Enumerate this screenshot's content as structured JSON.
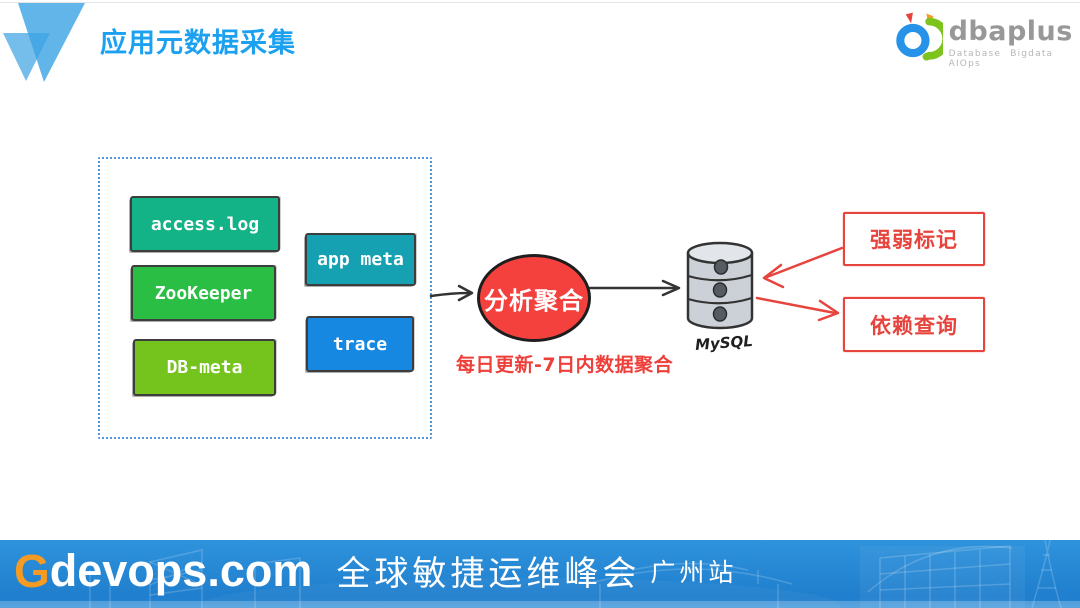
{
  "header": {
    "title": "应用元数据采集",
    "logo": {
      "brand": "dbaplus",
      "tagline": "Database  Bigdata  AIOps"
    }
  },
  "diagram": {
    "sources": [
      {
        "label": "access.log",
        "color": "#13b287"
      },
      {
        "label": "ZooKeeper",
        "color": "#2abe44"
      },
      {
        "label": "DB-meta",
        "color": "#74c41d"
      },
      {
        "label": "app meta",
        "color": "#16a1b2"
      },
      {
        "label": "trace",
        "color": "#1788e1"
      }
    ],
    "process": {
      "label": "分析聚合",
      "color": "#f5413d"
    },
    "note": "每日更新-7日内数据聚合",
    "database": {
      "label": "MySQL"
    },
    "outputs": [
      {
        "label": "强弱标记",
        "arrow_direction": "box-to-database"
      },
      {
        "label": "依赖查询",
        "arrow_direction": "database-to-box"
      }
    ]
  },
  "footer": {
    "brand_g": "G",
    "brand_rest": "devops",
    "brand_tld": ".com",
    "summit_title": "全球敏捷运维峰会",
    "location": "广州站"
  },
  "colors": {
    "title_blue": "#1ca0f0",
    "accent_red": "#e8443e",
    "footer_blue": "#2285d2",
    "brand_orange": "#f59a23",
    "triangle_blue": "#3ba3e3"
  }
}
